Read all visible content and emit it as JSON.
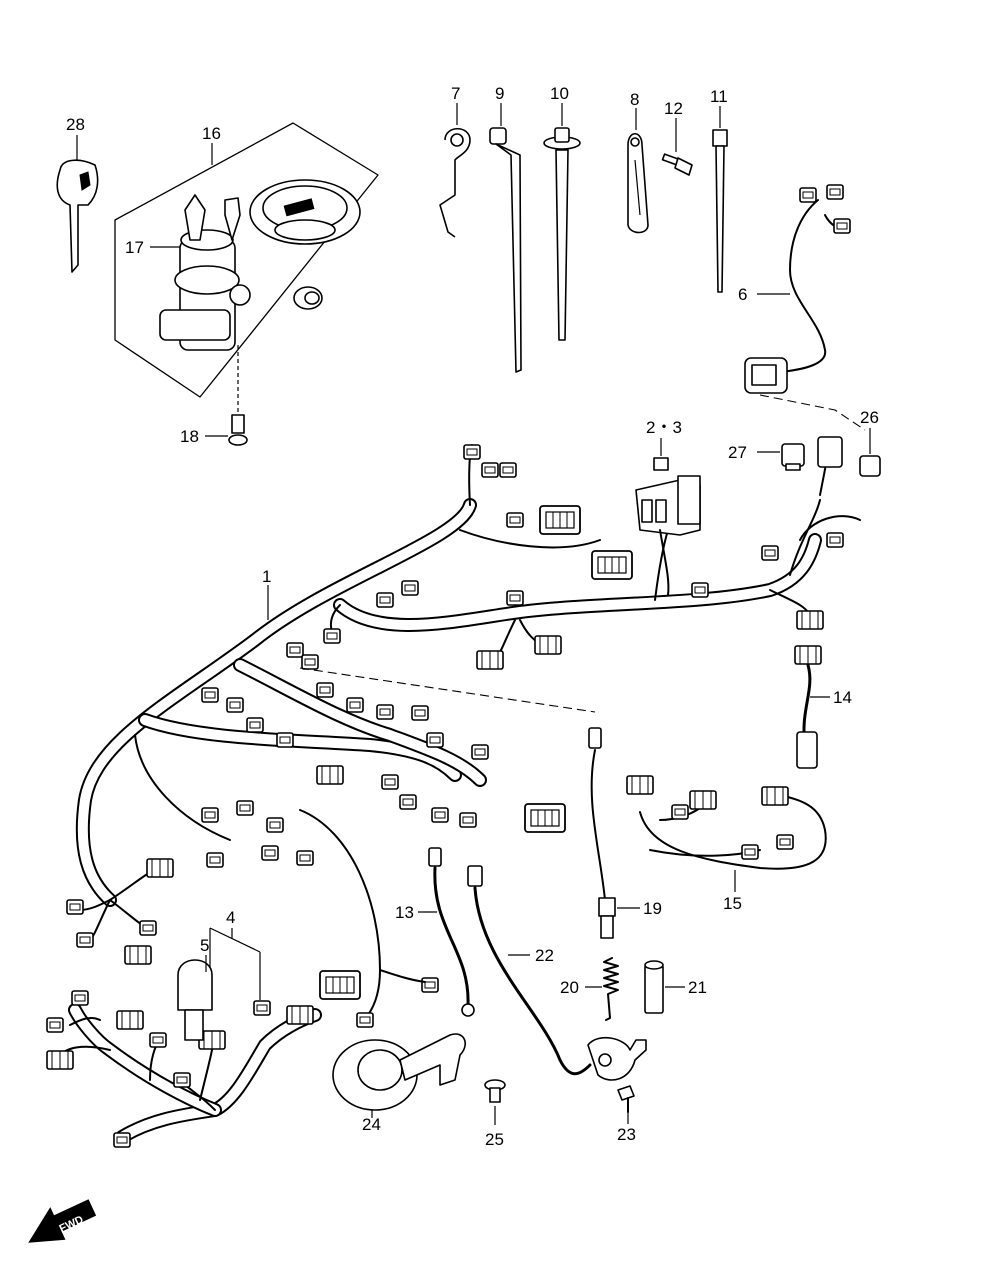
{
  "fwd_badge": "FWD",
  "callouts": {
    "c1": "1",
    "c2_3": "2・3",
    "c4": "4",
    "c5": "5",
    "c6": "6",
    "c7": "7",
    "c8": "8",
    "c9": "9",
    "c10": "10",
    "c11": "11",
    "c12": "12",
    "c13": "13",
    "c14": "14",
    "c15": "15",
    "c16": "16",
    "c17": "17",
    "c18": "18",
    "c19": "19",
    "c20": "20",
    "c21": "21",
    "c22": "22",
    "c23": "23",
    "c24": "24",
    "c25": "25",
    "c26": "26",
    "c27": "27",
    "c28": "28"
  }
}
